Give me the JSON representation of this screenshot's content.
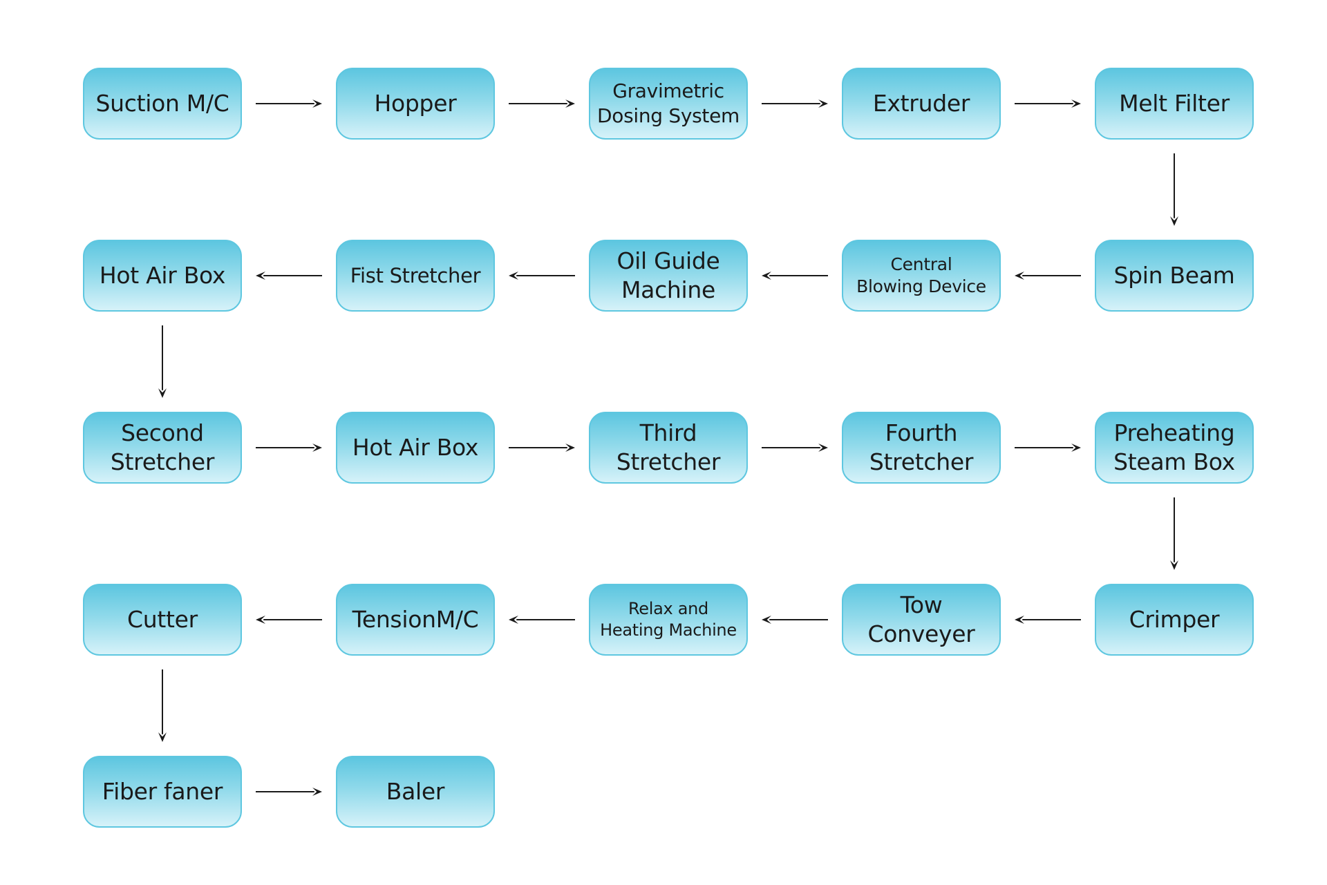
{
  "nodes": [
    {
      "id": "suction-mc",
      "label": "Suction M/C"
    },
    {
      "id": "hopper",
      "label": "Hopper"
    },
    {
      "id": "gravimetric-dosing-system",
      "label": "Gravimetric\nDosing System"
    },
    {
      "id": "extruder",
      "label": "Extruder"
    },
    {
      "id": "melt-filter",
      "label": "Melt Filter"
    },
    {
      "id": "spin-beam",
      "label": "Spin Beam"
    },
    {
      "id": "central-blowing-device",
      "label": "Central\nBlowing Device"
    },
    {
      "id": "oil-guide-machine",
      "label": "Oil Guide\nMachine"
    },
    {
      "id": "fist-stretcher",
      "label": "Fist Stretcher"
    },
    {
      "id": "hot-air-box-1",
      "label": "Hot Air Box"
    },
    {
      "id": "second-stretcher",
      "label": "Second\nStretcher"
    },
    {
      "id": "hot-air-box-2",
      "label": "Hot Air Box"
    },
    {
      "id": "third-stretcher",
      "label": "Third\nStretcher"
    },
    {
      "id": "fourth-stretcher",
      "label": "Fourth\nStretcher"
    },
    {
      "id": "preheating-steam-box",
      "label": "Preheating\nSteam Box"
    },
    {
      "id": "crimper",
      "label": "Crimper"
    },
    {
      "id": "tow-conveyer",
      "label": "Tow\nConveyer"
    },
    {
      "id": "relax-and-heating-machine",
      "label": "Relax and\nHeating Machine"
    },
    {
      "id": "tension-mc",
      "label": "TensionM/C"
    },
    {
      "id": "cutter",
      "label": "Cutter"
    },
    {
      "id": "fiber-faner",
      "label": "Fiber faner"
    },
    {
      "id": "baler",
      "label": "Baler"
    }
  ],
  "edges": [
    [
      "suction-mc",
      "hopper"
    ],
    [
      "hopper",
      "gravimetric-dosing-system"
    ],
    [
      "gravimetric-dosing-system",
      "extruder"
    ],
    [
      "extruder",
      "melt-filter"
    ],
    [
      "melt-filter",
      "spin-beam"
    ],
    [
      "spin-beam",
      "central-blowing-device"
    ],
    [
      "central-blowing-device",
      "oil-guide-machine"
    ],
    [
      "oil-guide-machine",
      "fist-stretcher"
    ],
    [
      "fist-stretcher",
      "hot-air-box-1"
    ],
    [
      "hot-air-box-1",
      "second-stretcher"
    ],
    [
      "second-stretcher",
      "hot-air-box-2"
    ],
    [
      "hot-air-box-2",
      "third-stretcher"
    ],
    [
      "third-stretcher",
      "fourth-stretcher"
    ],
    [
      "fourth-stretcher",
      "preheating-steam-box"
    ],
    [
      "preheating-steam-box",
      "crimper"
    ],
    [
      "crimper",
      "tow-conveyer"
    ],
    [
      "tow-conveyer",
      "relax-and-heating-machine"
    ],
    [
      "relax-and-heating-machine",
      "tension-mc"
    ],
    [
      "tension-mc",
      "cutter"
    ],
    [
      "cutter",
      "fiber-faner"
    ],
    [
      "fiber-faner",
      "baler"
    ]
  ],
  "colors": {
    "box_top": "#5dc6e0",
    "box_bottom": "#d6f2f9",
    "box_border": "#5ec7e0",
    "arrow": "#1a1a1a",
    "text": "#1a1a1a"
  }
}
